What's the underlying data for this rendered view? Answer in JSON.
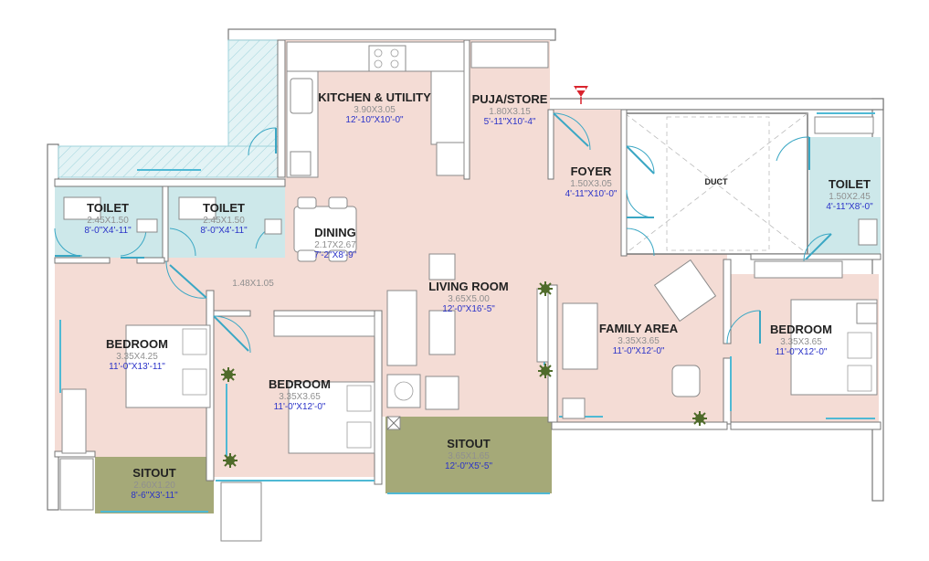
{
  "plan": {
    "rooms": [
      {
        "id": "kitchen",
        "name": "KITCHEN & UTILITY",
        "dim_m": "3.90X3.05",
        "dim_ft": "12'-10\"X10'-0\""
      },
      {
        "id": "puja",
        "name": "PUJA/STORE",
        "dim_m": "1.80X3.15",
        "dim_ft": "5'-11\"X10'-4\""
      },
      {
        "id": "foyer",
        "name": "FOYER",
        "dim_m": "1.50X3.05",
        "dim_ft": "4'-11\"X10'-0\""
      },
      {
        "id": "toilet1",
        "name": "TOILET",
        "dim_m": "2.45X1.50",
        "dim_ft": "8'-0\"X4'-11\""
      },
      {
        "id": "toilet2",
        "name": "TOILET",
        "dim_m": "2.45X1.50",
        "dim_ft": "8'-0\"X4'-11\""
      },
      {
        "id": "toilet3",
        "name": "TOILET",
        "dim_m": "1.50X2.45",
        "dim_ft": "4'-11\"X8'-0\""
      },
      {
        "id": "dining",
        "name": "DINING",
        "dim_m": "2.17X2.67",
        "dim_ft": "7'-2\"X8'-9\""
      },
      {
        "id": "living",
        "name": "LIVING ROOM",
        "dim_m": "3.65X5.00",
        "dim_ft": "12'-0\"X16'-5\""
      },
      {
        "id": "family",
        "name": "FAMILY AREA",
        "dim_m": "3.35X3.65",
        "dim_ft": "11'-0\"X12'-0\""
      },
      {
        "id": "bed1",
        "name": "BEDROOM",
        "dim_m": "3.35X4.25",
        "dim_ft": "11'-0\"X13'-11\""
      },
      {
        "id": "bed2",
        "name": "BEDROOM",
        "dim_m": "3.35X3.65",
        "dim_ft": "11'-0\"X12'-0\""
      },
      {
        "id": "bed3",
        "name": "BEDROOM",
        "dim_m": "3.35X3.65",
        "dim_ft": "11'-0\"X12'-0\""
      },
      {
        "id": "sitout1",
        "name": "SITOUT",
        "dim_m": "2.60X1.20",
        "dim_ft": "8'-6\"X3'-11\""
      },
      {
        "id": "sitout2",
        "name": "SITOUT",
        "dim_m": "3.65X1.65",
        "dim_ft": "12'-0\"X5'-5\""
      }
    ],
    "passage_dim": "1.48X1.05",
    "duct_label": "DUCT",
    "entrance_icon": "entrance-arrow-icon",
    "colors": {
      "floor": "#f4dcd5",
      "toilet_floor": "#cde8ea",
      "sitout_floor": "#a5a978",
      "door_arc": "#3aa7c4",
      "ft_dimension_text": "#2a32c8",
      "m_dimension_text": "#8f8f8f",
      "entrance_marker": "#d9232d",
      "plant": "#4f6b2a"
    }
  }
}
